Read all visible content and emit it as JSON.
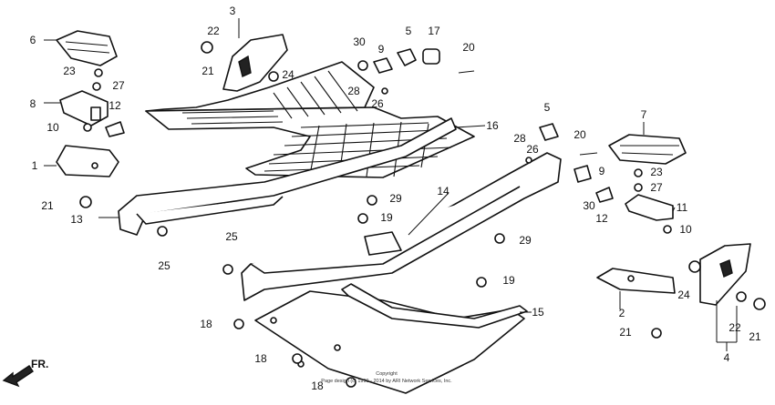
{
  "callouts": [
    {
      "label": "3"
    },
    {
      "label": "22"
    },
    {
      "label": "21"
    },
    {
      "label": "24"
    },
    {
      "label": "6"
    },
    {
      "label": "23"
    },
    {
      "label": "27"
    },
    {
      "label": "8"
    },
    {
      "label": "10"
    },
    {
      "label": "12"
    },
    {
      "label": "1"
    },
    {
      "label": "21"
    },
    {
      "label": "13"
    },
    {
      "label": "25"
    },
    {
      "label": "25"
    },
    {
      "label": "30"
    },
    {
      "label": "9"
    },
    {
      "label": "5"
    },
    {
      "label": "17"
    },
    {
      "label": "20"
    },
    {
      "label": "28"
    },
    {
      "label": "26"
    },
    {
      "label": "16"
    },
    {
      "label": "14"
    },
    {
      "label": "29"
    },
    {
      "label": "19"
    },
    {
      "label": "29"
    },
    {
      "label": "19"
    },
    {
      "label": "15"
    },
    {
      "label": "18"
    },
    {
      "label": "18"
    },
    {
      "label": "18"
    },
    {
      "label": "5"
    },
    {
      "label": "28"
    },
    {
      "label": "26"
    },
    {
      "label": "20"
    },
    {
      "label": "7"
    },
    {
      "label": "9"
    },
    {
      "label": "23"
    },
    {
      "label": "27"
    },
    {
      "label": "30"
    },
    {
      "label": "12"
    },
    {
      "label": "11"
    },
    {
      "label": "10"
    },
    {
      "label": "2"
    },
    {
      "label": "24"
    },
    {
      "label": "22"
    },
    {
      "label": "21"
    },
    {
      "label": "21"
    },
    {
      "label": "4"
    }
  ],
  "copyright": {
    "line1": "Copyright",
    "line2": "Page design (c) 1999 - 2014 by ARI Network Services, Inc."
  },
  "direction_label": "FR."
}
